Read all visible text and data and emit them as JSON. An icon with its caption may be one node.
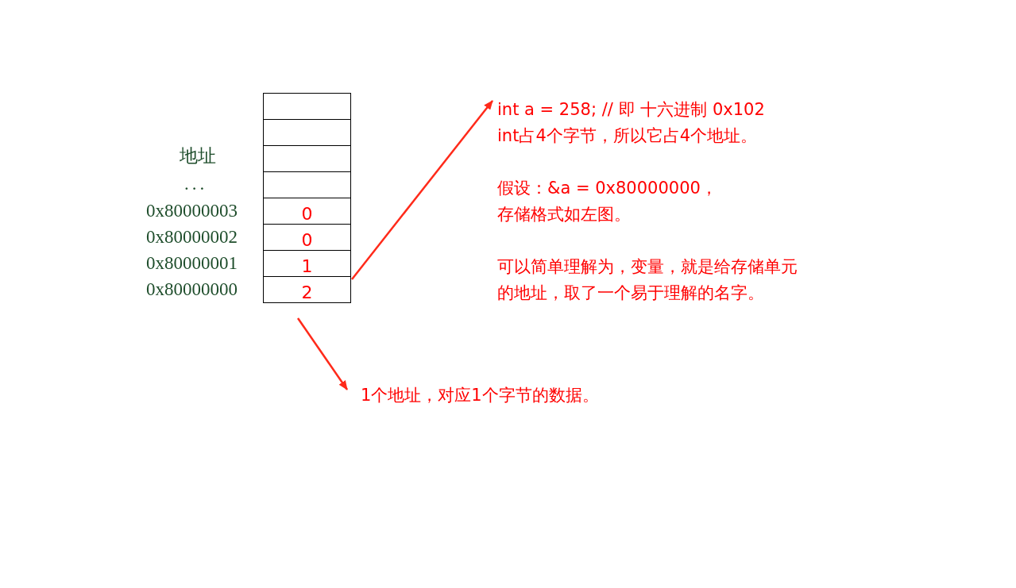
{
  "diagram": {
    "nodes": [
      {
        "text": [],
        "shape": "box"
      },
      {
        "text": [],
        "shape": "box"
      },
      {
        "text": [],
        "shape": "box"
      },
      {
        "text": [],
        "shape": "box"
      },
      {
        "text": [
          "0"
        ]
      },
      {
        "text": [
          "0"
        ]
      },
      {
        "text": [
          "1"
        ]
      },
      {
        "text": [
          "2"
        ]
      },
      {
        "text": [
          "int a = 258; // 即 十六进制 0x102",
          "int占4个字节，所以它占4个地址。",
          "假设：&a = 0x80000000，",
          "存储格式如左图。",
          "可以简单理解为，变量，就是给存储单元",
          "的地址，取了一个易于理解的名字。"
        ]
      },
      {
        "text": [
          "1个地址，对应1个字节的数据。"
        ]
      }
    ],
    "edges": [
      {
        "from": 7,
        "to": 8,
        "arrow": "to"
      },
      {
        "from": 7,
        "to": 9,
        "arrow": "to"
      }
    ],
    "labels": [
      "地址",
      "...",
      "0x80000003",
      "0x80000002",
      "0x80000001",
      "0x80000000"
    ]
  }
}
